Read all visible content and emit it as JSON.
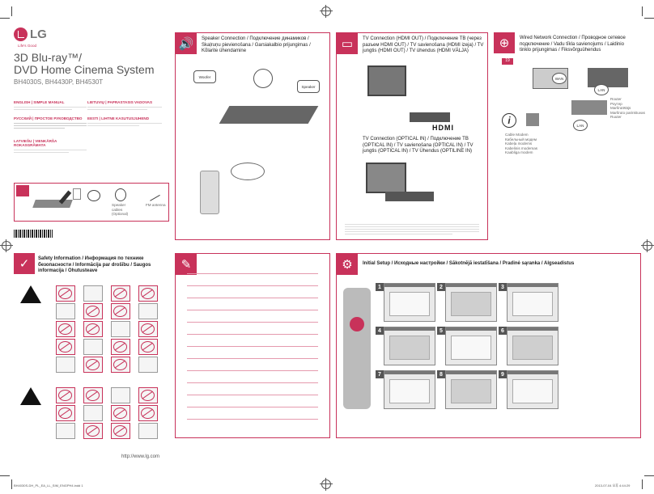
{
  "cover": {
    "brand": "LG",
    "tagline": "Life's Good",
    "title_line1": "3D Blu-ray™/",
    "title_line2": "DVD Home Cinema System",
    "models": "BH4030S, BH4430P, BH4530T",
    "lang_en": "ENGLISH | SIMPLE MANUAL",
    "lang_ru": "РУССКИЙ | ПРОСТОЕ РУКОВОДСТВО",
    "lang_lv": "LATVIEŠU | VIENKĀRŠA ROKASGRĀMATA",
    "lang_lt": "LIETUVIŲ | PAPRASTASIS VADOVAS",
    "lang_et": "EESTI | LIHTNE KASUTUSJUHEND",
    "acc_speaker_cable": "Speaker cables (Optional)",
    "acc_fm_antenna": "FM antenna",
    "url": "http://www.lg.com"
  },
  "sections": {
    "speaker_connection": "Speaker Connection / Подключение динамиков / Skaļruņu pievienošana / Garsiakalbio prijungimas / Kõlarite ühendamine",
    "woofer_label": "Woofer",
    "speaker_label": "Speaker",
    "tv_hdmi": "TV Connection (HDMI OUT) / Подключение ТВ (через разъем HDMI OUT) / TV savienošana (HDMI izeja) / TV jungtis (HDMI OUT) / TV ühendus (HDMI VÄLJA)",
    "hdmi_logo": "HDMI",
    "tv_optical": "TV Connection (OPTICAL IN) / Подключение ТВ (OPTICAL IN) / TV savienošana (OPTICAL IN) / TV jungtis (OPTICAL IN) / TV Ühendus (OPTILINE IN)",
    "network": "Wired Network Connection / Проводное сетевое подключение / Vadu tīkla savienojums / Laidinio tinklo prijungimas / Fiksvõrguühendus",
    "network_wan": "WAN",
    "network_lan1": "LAN",
    "network_lan2": "LAN",
    "page_ref": "19",
    "router_labels": "Router\nРоутер\nMaršrutētājs\nMaršruto parinktuvas\nRuuter",
    "modem_labels": "Cable Modem\nКабельный модем\nKabeļa modems\nKabelinis modemas\nKaabliga modem",
    "safety": "Safety Information / Информация по технике безопасности / Informācija par drošību / Saugos informacija / Ohutusteave",
    "setup": "Initial Setup / Исходные настройки / Sākotnējā iestatīšana / Pradinė sąranka / Algseadistus",
    "steps": [
      "1",
      "2",
      "3",
      "4",
      "5",
      "6",
      "7",
      "8",
      "9"
    ]
  },
  "footer": {
    "left_slug": "BH4030S-DH_PL_EA_LL_SIM_ENGPH4.indd 1",
    "right_slug": "2013-07-04  오후 4:44:29"
  }
}
